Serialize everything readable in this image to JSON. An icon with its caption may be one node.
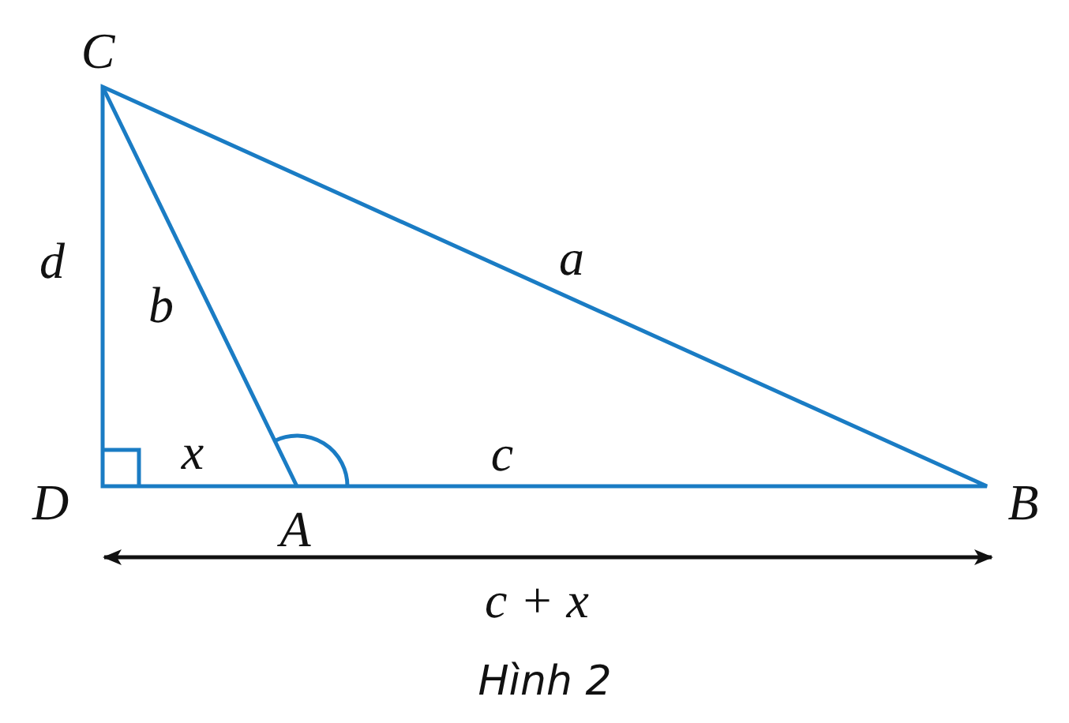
{
  "diagram": {
    "caption": "Hình 2",
    "labels": [
      "C",
      "d",
      "b",
      "a",
      "x",
      "c",
      "D",
      "B",
      "A",
      "c + x"
    ]
  }
}
